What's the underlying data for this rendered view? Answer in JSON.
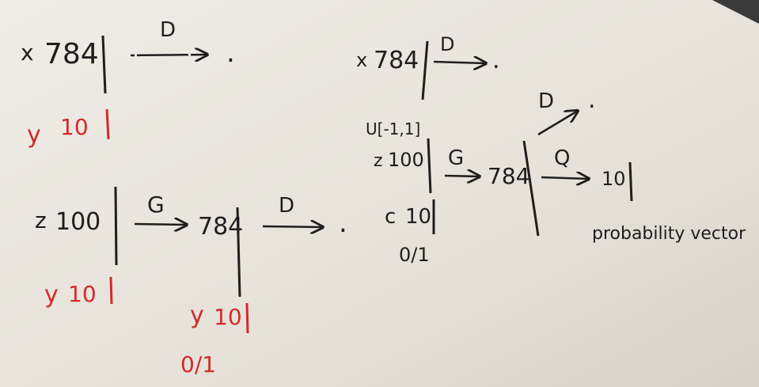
{
  "colors": {
    "paper": "#e9e6df",
    "paper_shadow": "#c9c4bb",
    "ink_black": "#1e1e1e",
    "ink_red": "#d42a2a",
    "background": "#2a2a2a"
  },
  "diagrams": {
    "discriminator_basic": {
      "x_label": "x",
      "x_dim": "784",
      "y_label": "y",
      "y_dim": "10",
      "arrow_label": "D",
      "output": "."
    },
    "generator_conditional": {
      "z_label": "z",
      "z_dim": "100",
      "y_label": "y",
      "y_dim": "10",
      "g_label": "G",
      "g_output_dim": "784",
      "y2_label": "y",
      "y2_dim": "10",
      "y2_note": "0/1",
      "d_label": "D",
      "output": "."
    },
    "infogan_style": {
      "x_label": "x",
      "x_dim": "784",
      "x_arrow_label": "D",
      "x_output": ".",
      "u_label": "U[-1,1]",
      "z_label": "z",
      "z_dim": "100",
      "c_label": "c",
      "c_dim": "10",
      "c_note": "0/1",
      "g_label": "G",
      "g_output_dim": "784",
      "d_label": "D",
      "d_output": ".",
      "q_label": "Q",
      "q_output_dim": "10",
      "q_caption": "probability vector"
    }
  }
}
